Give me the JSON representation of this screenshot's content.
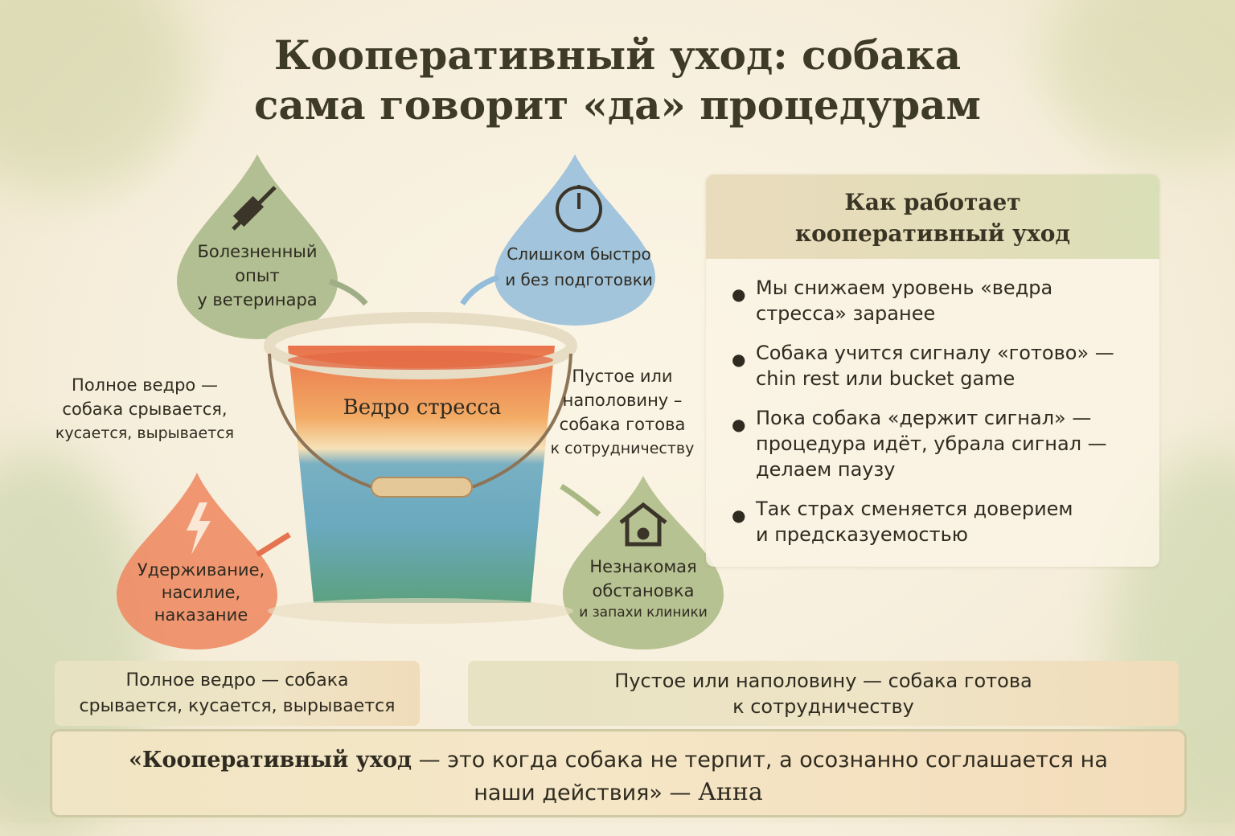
{
  "title": {
    "line1": "Кооперативный уход: собака",
    "line2": "сама говорит «да» процедурам"
  },
  "drops": [
    {
      "icon": "syringe-icon",
      "lines": [
        "Болезненный",
        "опыт",
        "у ветеринара"
      ],
      "color": "#9fb07e"
    },
    {
      "icon": "clock-icon",
      "lines": [
        "Слишком быстро",
        "и без подготовки"
      ],
      "color": "#8fb8d6"
    },
    {
      "icon": "lightning-icon",
      "lines": [
        "Удерживание,",
        "насилие,",
        "наказание"
      ],
      "color": "#ec8a63"
    },
    {
      "icon": "house-paw-icon",
      "lines": [
        "Незнакомая",
        "обстановка",
        "и запахи клиники"
      ],
      "color": "#a9b882"
    }
  ],
  "bucket": {
    "label": "Ведро стресса"
  },
  "left_label": [
    "Полное ведро —",
    "собака срывается,",
    "кусается, вырывается"
  ],
  "right_label": [
    "Пустое или",
    "наполовину –",
    "собака готова",
    "к сотрудничеству"
  ],
  "panel": {
    "title_line1": "Как работает",
    "title_line2": "кооперативный уход",
    "items": [
      [
        "Мы снижаем уровень «ведра",
        "стресса» заранее"
      ],
      [
        "Собака учится сигналу «готово» —",
        "chin rest или bucket game"
      ],
      [
        "Пока собака «держит сигнал» —",
        "процедура идёт, убрала сигнал —",
        "делаем паузу"
      ],
      [
        "Так страх сменяется доверием",
        "и предсказуемостью"
      ]
    ]
  },
  "notes": {
    "left": [
      "Полное ведро — собака",
      "срывается, кусается, вырывается"
    ],
    "right": [
      "Пустое или наполовину — собака готова",
      "к сотрудничеству"
    ]
  },
  "quote": {
    "open": "«Кооперативный уход",
    "body": " — это когда собака не терпит, а осознанно соглашается на",
    "line2": "наши действия» — ",
    "author": "Анна"
  }
}
